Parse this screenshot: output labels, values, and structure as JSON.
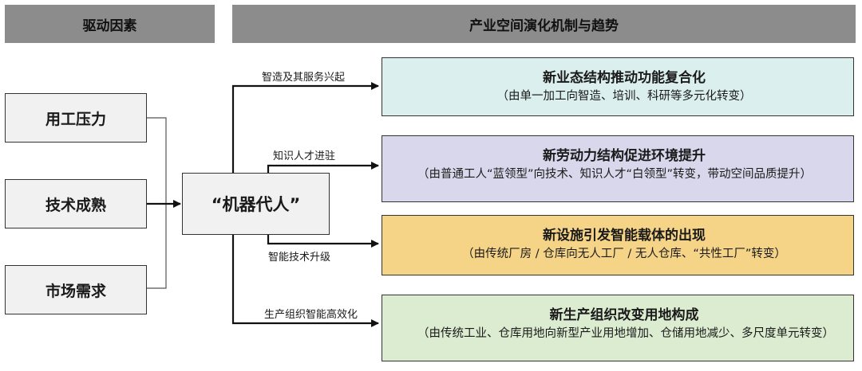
{
  "headers": {
    "left": "驱动因素",
    "right": "产业空间演化机制与趋势"
  },
  "factors": [
    "用工压力",
    "技术成熟",
    "市场需求"
  ],
  "center": "“机器代人”",
  "branches": [
    {
      "label": "智造及其服务兴起",
      "title": "新业态结构推动功能复合化",
      "desc": "（由单一加工向智造、培训、科研等多元化转变）",
      "color": "#dcefef"
    },
    {
      "label": "知识人才进驻",
      "title": "新劳动力结构促进环境提升",
      "desc": "（由普通工人“蓝领型”向技术、知识人才“白领型”转变，带动空间品质提升）",
      "color": "#d9d7ec"
    },
    {
      "label": "智能技术升级",
      "title": "新设施引发智能载体的出现",
      "desc": "（由传统厂房 / 仓库向无人工厂 / 无人仓库、“共性工厂”转变）",
      "color": "#f5d487"
    },
    {
      "label": "生产组织智能高效化",
      "title": "新生产组织改变用地构成",
      "desc": "（由传统工业、仓库用地向新型产业用地增加、仓储用地减少、多尺度单元转变）",
      "color": "#dcecd0"
    }
  ]
}
